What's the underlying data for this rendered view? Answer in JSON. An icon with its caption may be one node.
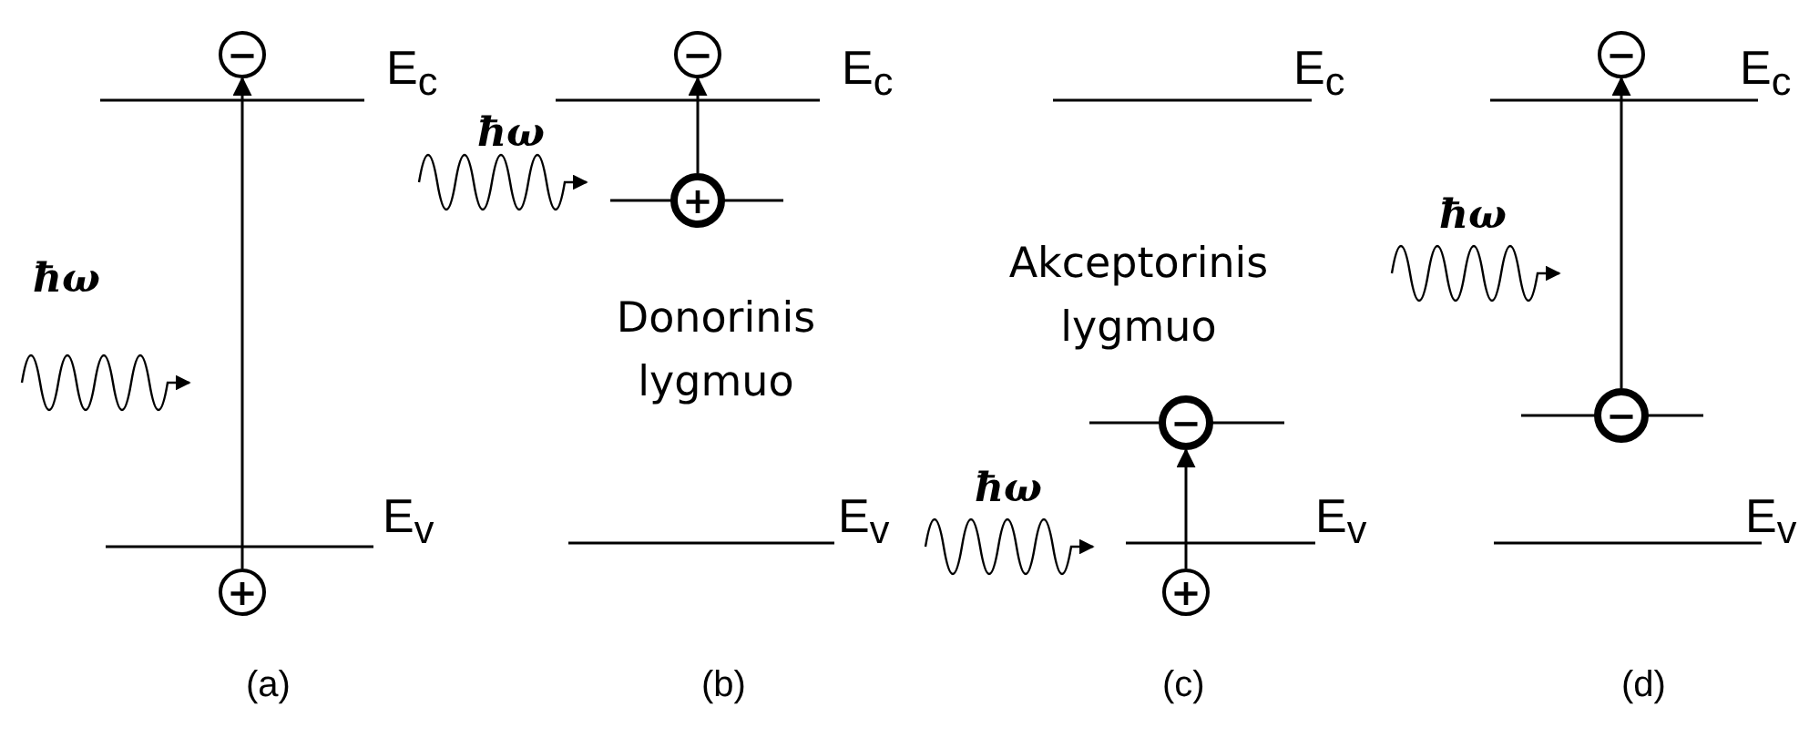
{
  "diagram": {
    "nodes": [
      {
        "text": [
          "−"
        ]
      },
      {
        "text": [
          "+"
        ]
      },
      {
        "text": [
          "−"
        ]
      },
      {
        "text": [
          "+"
        ]
      },
      {
        "text": [
          "−"
        ]
      },
      {
        "text": [
          "+"
        ]
      },
      {
        "text": [
          "−"
        ]
      },
      {
        "text": [
          "−"
        ]
      }
    ],
    "edges": [
      {
        "from": 1,
        "to": 0,
        "arrow": "to"
      },
      {
        "from": 3,
        "to": 2,
        "arrow": "to"
      },
      {
        "from": 5,
        "to": 4,
        "arrow": "to"
      },
      {
        "from": 7,
        "to": 6,
        "arrow": "to"
      }
    ],
    "labels": [
      "E$_{c}$",
      "ħω",
      "E$_{v}$",
      "(a)",
      "E$_{c}$",
      "ħω",
      "Donorinis lygmuo",
      "E$_{v}$",
      "(b)",
      "E$_{c}$",
      "Akceptorinis lygmuo",
      "ħω",
      "E$_{v}$",
      "(c)",
      "E$_{c}$",
      "ħω",
      "E$_{v}$",
      "(d)"
    ]
  }
}
